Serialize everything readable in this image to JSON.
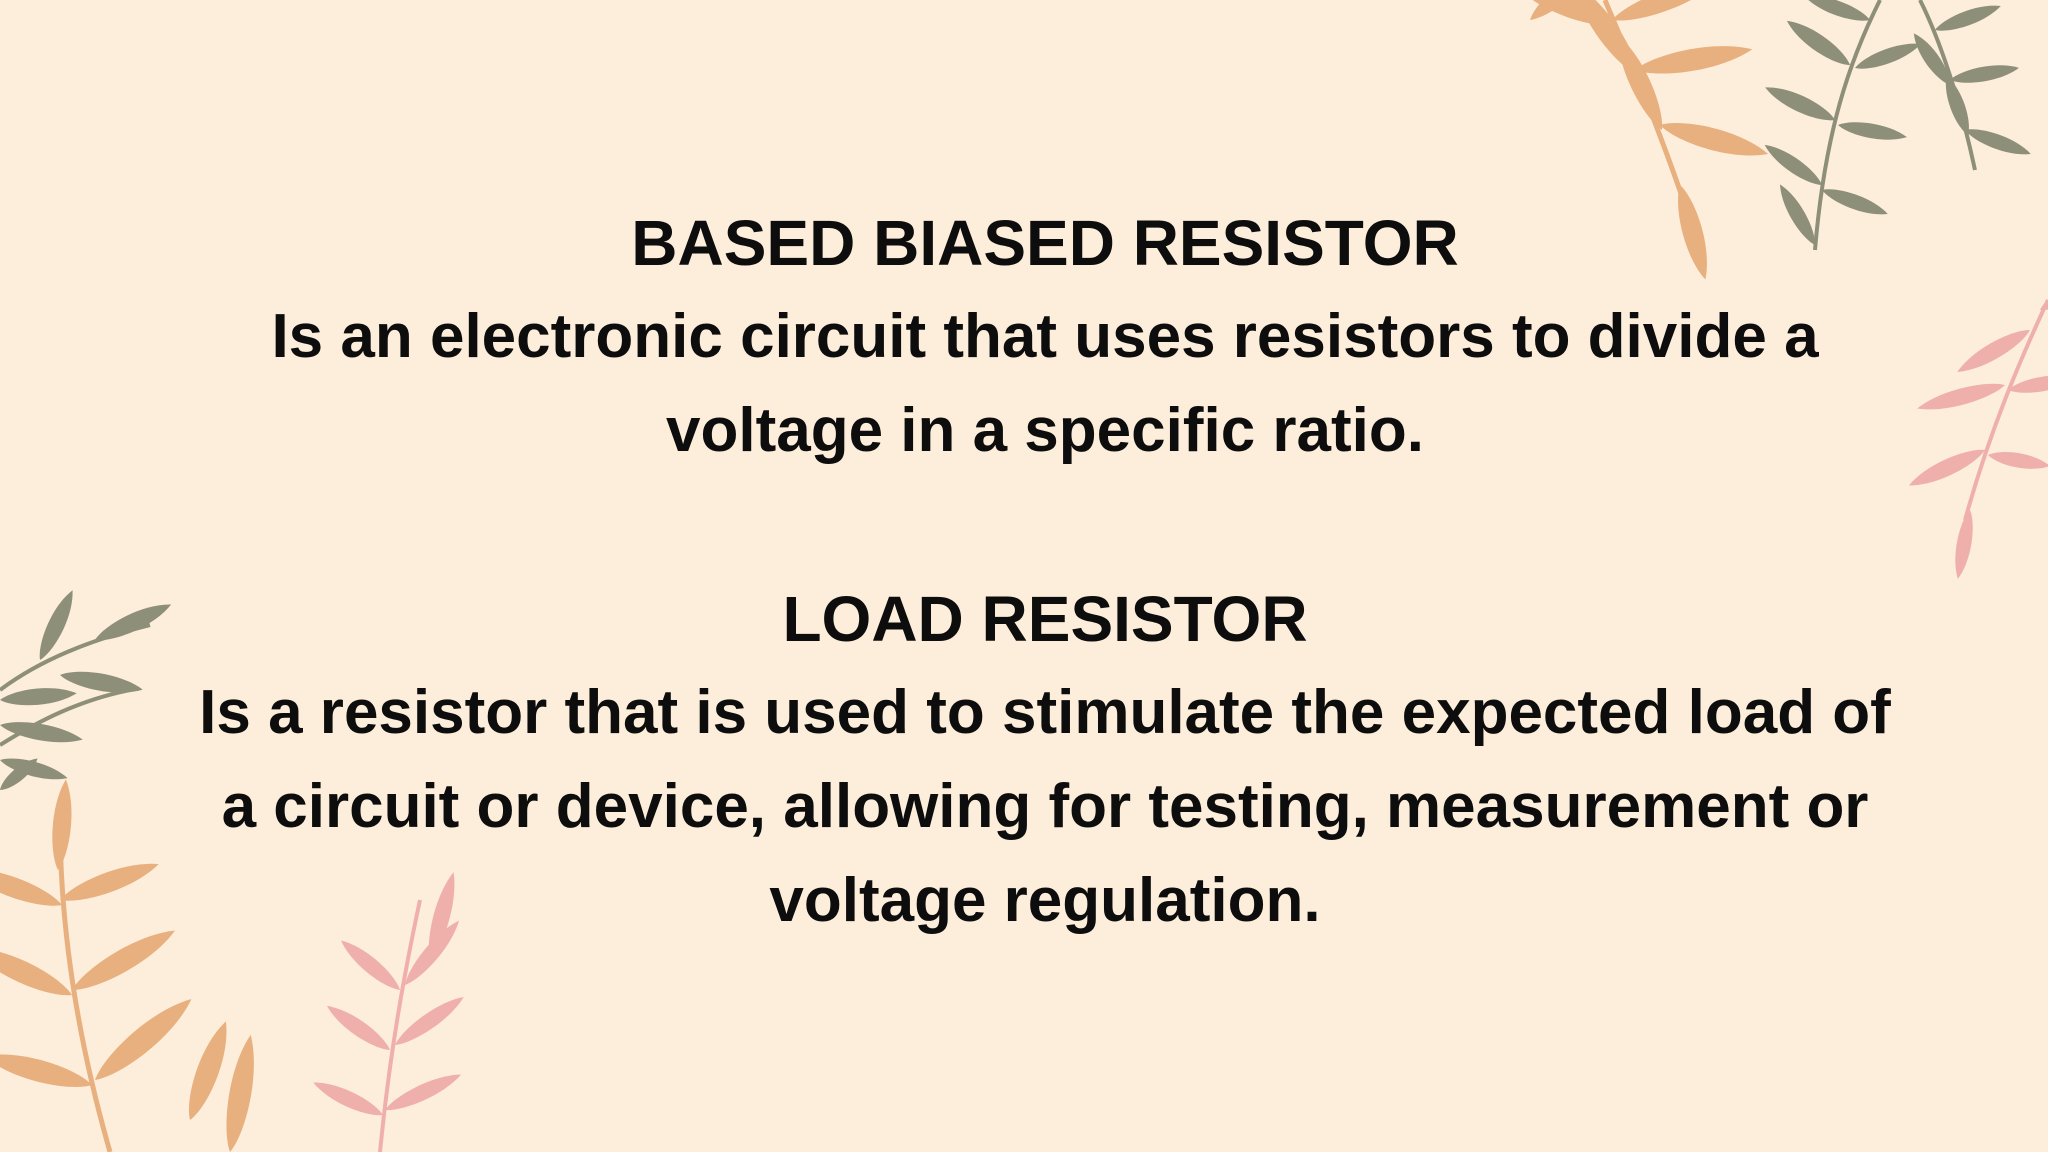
{
  "slide": {
    "background_color": "#fdeedb",
    "leaf_colors": {
      "orange": "#e8b07e",
      "sage": "#8e8f79",
      "pink": "#efb0ac"
    },
    "sections": [
      {
        "title": "BASED BIASED RESISTOR",
        "lines": [
          "Is an electronic circuit that uses resistors to divide a",
          "voltage in a specific ratio."
        ]
      },
      {
        "title": "LOAD RESISTOR",
        "lines": [
          "Is a resistor that is used to stimulate the expected load of",
          "a circuit or device, allowing for testing, measurement or",
          "voltage regulation."
        ]
      }
    ]
  }
}
